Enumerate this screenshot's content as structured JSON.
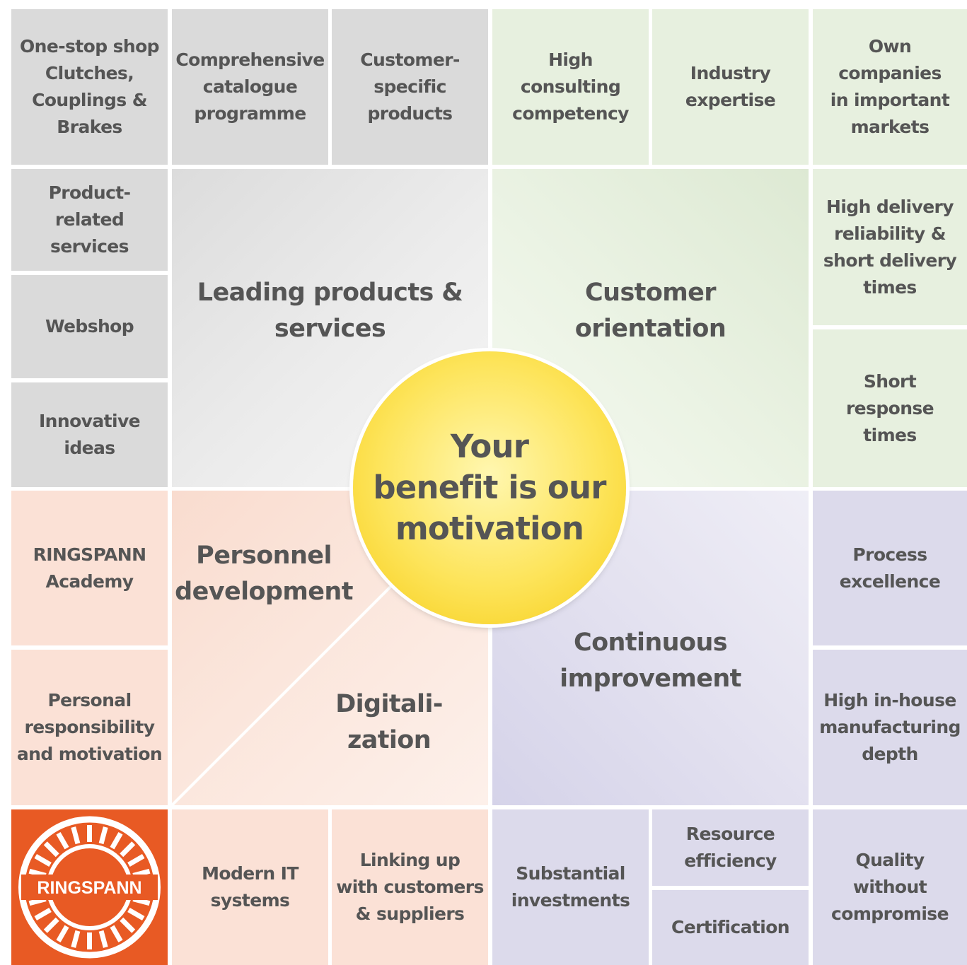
{
  "center": {
    "text": "Your\nbenefit is our\nmotivation"
  },
  "quadrants": {
    "leading": "Leading products &\nservices",
    "customer": "Customer\norientation",
    "personnel": "Personnel\ndevelopment",
    "digital": "Digitali-\nzation",
    "continuous": "Continuous\nimprovement"
  },
  "top_row": [
    "One-stop shop\nClutches,\nCouplings &\nBrakes",
    "Comprehensive\ncatalogue\nprogramme",
    "Customer-\nspecific\nproducts",
    "High\nconsulting\ncompetency",
    "Industry\nexpertise",
    "Own\ncompanies\nin important\nmarkets"
  ],
  "left_column": [
    "Product-\nrelated\nservices",
    "Webshop",
    "Innovative\nideas",
    "RINGSPANN\nAcademy",
    "Personal\nresponsibility\nand motivation"
  ],
  "right_column": [
    "High delivery\nreliability &\nshort delivery\ntimes",
    "Short\nresponse\ntimes",
    "Process\nexcellence",
    "High in-house\nmanufacturing\ndepth"
  ],
  "bottom_row": [
    "Modern IT\nsystems",
    "Linking up\nwith customers\n& suppliers",
    "Substantial\ninvestments",
    "Resource\nefficiency",
    "Certification",
    "Quality\nwithout\ncompromise"
  ],
  "logo": {
    "text": "RINGSPANN"
  },
  "colors": {
    "gray": "#dadada",
    "green": "#e7f0df",
    "peach": "#fbe1d6",
    "lavender": "#dcdaeb",
    "logo": "#e85a24",
    "center": "#fde45a",
    "text": "#555555"
  }
}
